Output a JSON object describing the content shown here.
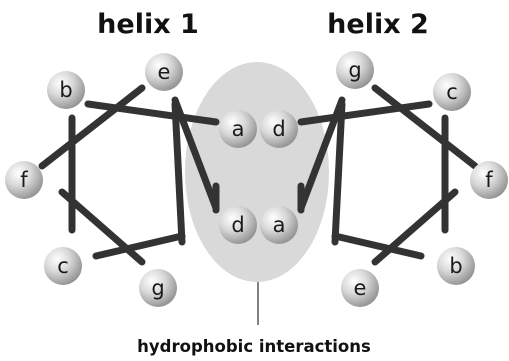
{
  "titles": {
    "helix1": "helix 1",
    "helix2": "helix 2"
  },
  "caption": "hydrophobic interactions",
  "helix1_positions": {
    "b": "b",
    "e": "e",
    "a": "a",
    "f": "f",
    "d": "d",
    "c": "c",
    "g": "g"
  },
  "helix2_positions": {
    "g": "g",
    "c": "c",
    "d": "d",
    "f": "f",
    "a": "a",
    "b": "b",
    "e": "e"
  },
  "colors": {
    "background": "#ffffff",
    "wheel_stroke": "#333333",
    "interface_ellipse": "#d9d9d9",
    "ball_highlight": "#ffffff",
    "ball_shadow": "#8c8c8c",
    "text": "#111111"
  }
}
